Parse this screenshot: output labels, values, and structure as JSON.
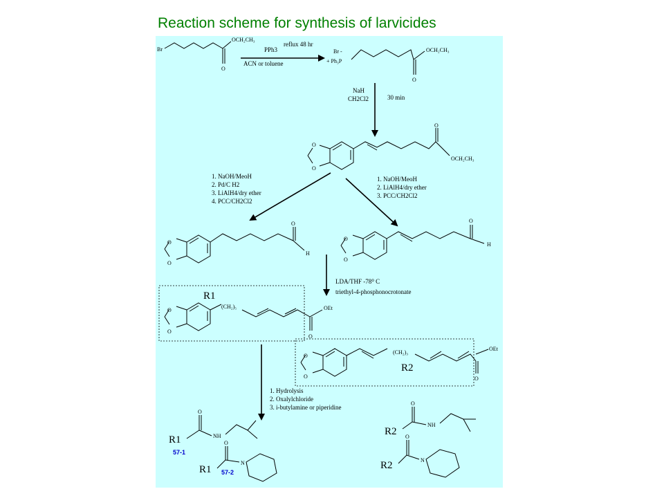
{
  "title": "Reaction scheme for synthesis of larvicides",
  "start_material": {
    "br": "Br",
    "ester": "OCH₂CH₃",
    "o": "O"
  },
  "step1": {
    "reagent": "PPh3",
    "conditions": "reflux 48 hr",
    "solvent": "ACN or toluene"
  },
  "phosphonium": {
    "br": "Br -",
    "ph3p": "+ Ph₃P",
    "ester": "OCH₂CH₃",
    "o": "O"
  },
  "step2": {
    "base": "NaH",
    "solvent": "CH2Cl2",
    "time": "30 min"
  },
  "diene_ester": {
    "o1": "O",
    "o2": "O",
    "o3": "O",
    "ester": "OCH₂CH₃"
  },
  "left_route": {
    "s1": "1. NaOH/MeoH",
    "s2": "2. Pd/C H2",
    "s3": "3. LiAlH4/dry ether",
    "s4": "4. PCC/CH2Cl2"
  },
  "right_route": {
    "s1": "1. NaOH/MeoH",
    "s2": "2. LiAlH4/dry ether",
    "s3": "3. PCC/CH2Cl2"
  },
  "aldehyde_left": {
    "o1": "O",
    "o2": "O",
    "o3": "O",
    "h": "H"
  },
  "aldehyde_right": {
    "o1": "O",
    "o2": "O",
    "o3": "O",
    "h": "H"
  },
  "step3": {
    "line1": "LDA/THF -78⁰ C",
    "line2": "triethyl-4-phosphonocrotonate"
  },
  "r1_box": {
    "label": "R1",
    "chain": "(CH₂)₅",
    "o1": "O",
    "o2": "O",
    "o3": "O",
    "oet": "OEt"
  },
  "r2_box": {
    "label": "R2",
    "chain": "(CH₂)₃",
    "o1": "O",
    "o2": "O",
    "o3": "O",
    "oet": "OEt"
  },
  "step4": {
    "s1": "1. Hydrolysis",
    "s2": "2. Oxalylchloride",
    "s3": "3. i-butylamine or piperidine"
  },
  "products": {
    "r1": "R1",
    "r2": "R2",
    "o": "O",
    "nh": "NH",
    "n": "N",
    "code_57_1": "57-1",
    "code_57_2": "57-2"
  }
}
